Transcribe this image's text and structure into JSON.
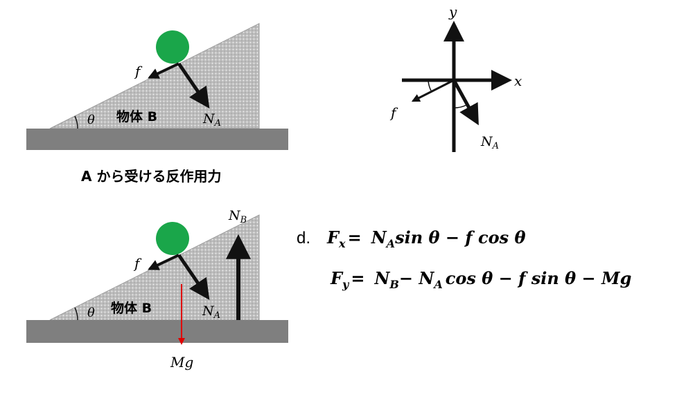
{
  "diagram1": {
    "friction_label": "f",
    "angle_label": "θ",
    "body_label": "物体 B",
    "normal_label": "N",
    "normal_sub": "A"
  },
  "caption": "A から受ける反作用力",
  "axes": {
    "y_label": "y",
    "x_label": "x",
    "friction_label": "f",
    "normal_label": "N",
    "normal_sub": "A"
  },
  "diagram2": {
    "friction_label": "f",
    "angle_label": "θ",
    "body_label": "物体 B",
    "normal_a_label": "N",
    "normal_a_sub": "A",
    "normal_b_label": "N",
    "normal_b_sub": "B",
    "weight_label": "Mg"
  },
  "equations": {
    "item_label": "d.",
    "fx_lhs": "F",
    "fx_sub": "x",
    "fx_eq": "=",
    "fx_rhs_n": "N",
    "fx_rhs_n_sub": "A",
    "fx_rhs_rest": "sin θ − f cos θ",
    "fy_lhs": "F",
    "fy_sub": "y",
    "fy_eq": "=",
    "fy_nb": "N",
    "fy_nb_sub": "B",
    "fy_minus1": "− N",
    "fy_na_sub": "A",
    "fy_rest": "cos θ − f  sin θ  −  Mg"
  },
  "colors": {
    "ground": "#7f7f7f",
    "slope": "#bfbfbf",
    "ball": "#1aa64a",
    "arrow": "#111111",
    "weight_arrow": "#e00000"
  }
}
